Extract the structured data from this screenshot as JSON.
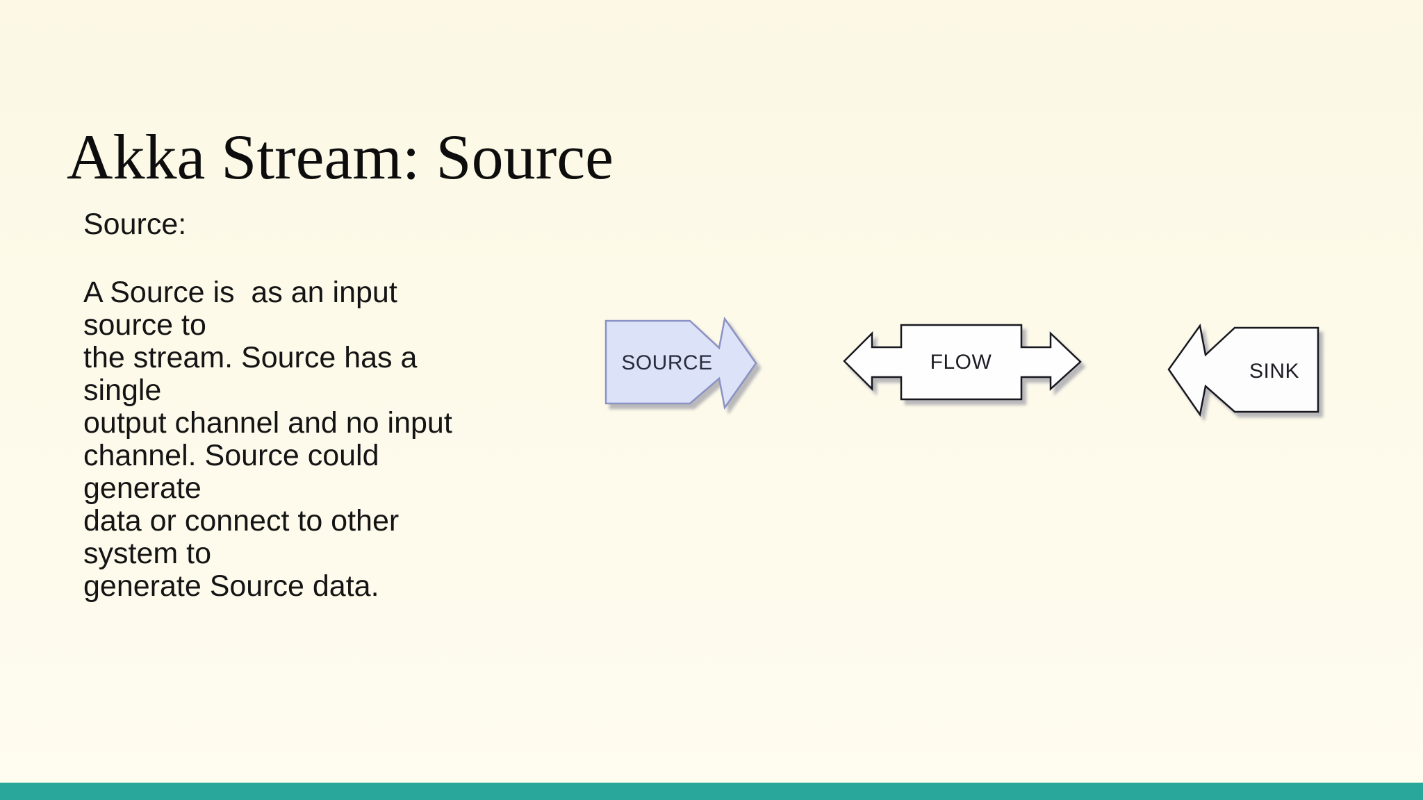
{
  "slide": {
    "title": "Akka Stream: Source",
    "body": {
      "heading": "Source:",
      "paragraph": "A Source is  as an input source to\nthe stream. Source has a single\noutput channel and no input\nchannel. Source could generate\ndata or connect to other system to\ngenerate Source data."
    },
    "diagram": {
      "source_label": "SOURCE",
      "flow_label": "FLOW",
      "sink_label": "SINK"
    },
    "colors": {
      "background_top": "#FCF8E5",
      "background_bottom": "#FFFCF0",
      "footer_bar": "#2AA79B",
      "source_fill": "#DCE2F8",
      "source_border": "#8B92C4",
      "flow_fill": "#FEFEFE",
      "flow_border": "#17171F",
      "sink_fill": "#FDFDFD",
      "sink_border": "#17171F",
      "title_text": "#0D0D0D",
      "body_text": "#141414",
      "source_label_text": "#262B3D",
      "flow_label_text": "#1C1C24",
      "sink_label_text": "#1C1C24"
    }
  }
}
